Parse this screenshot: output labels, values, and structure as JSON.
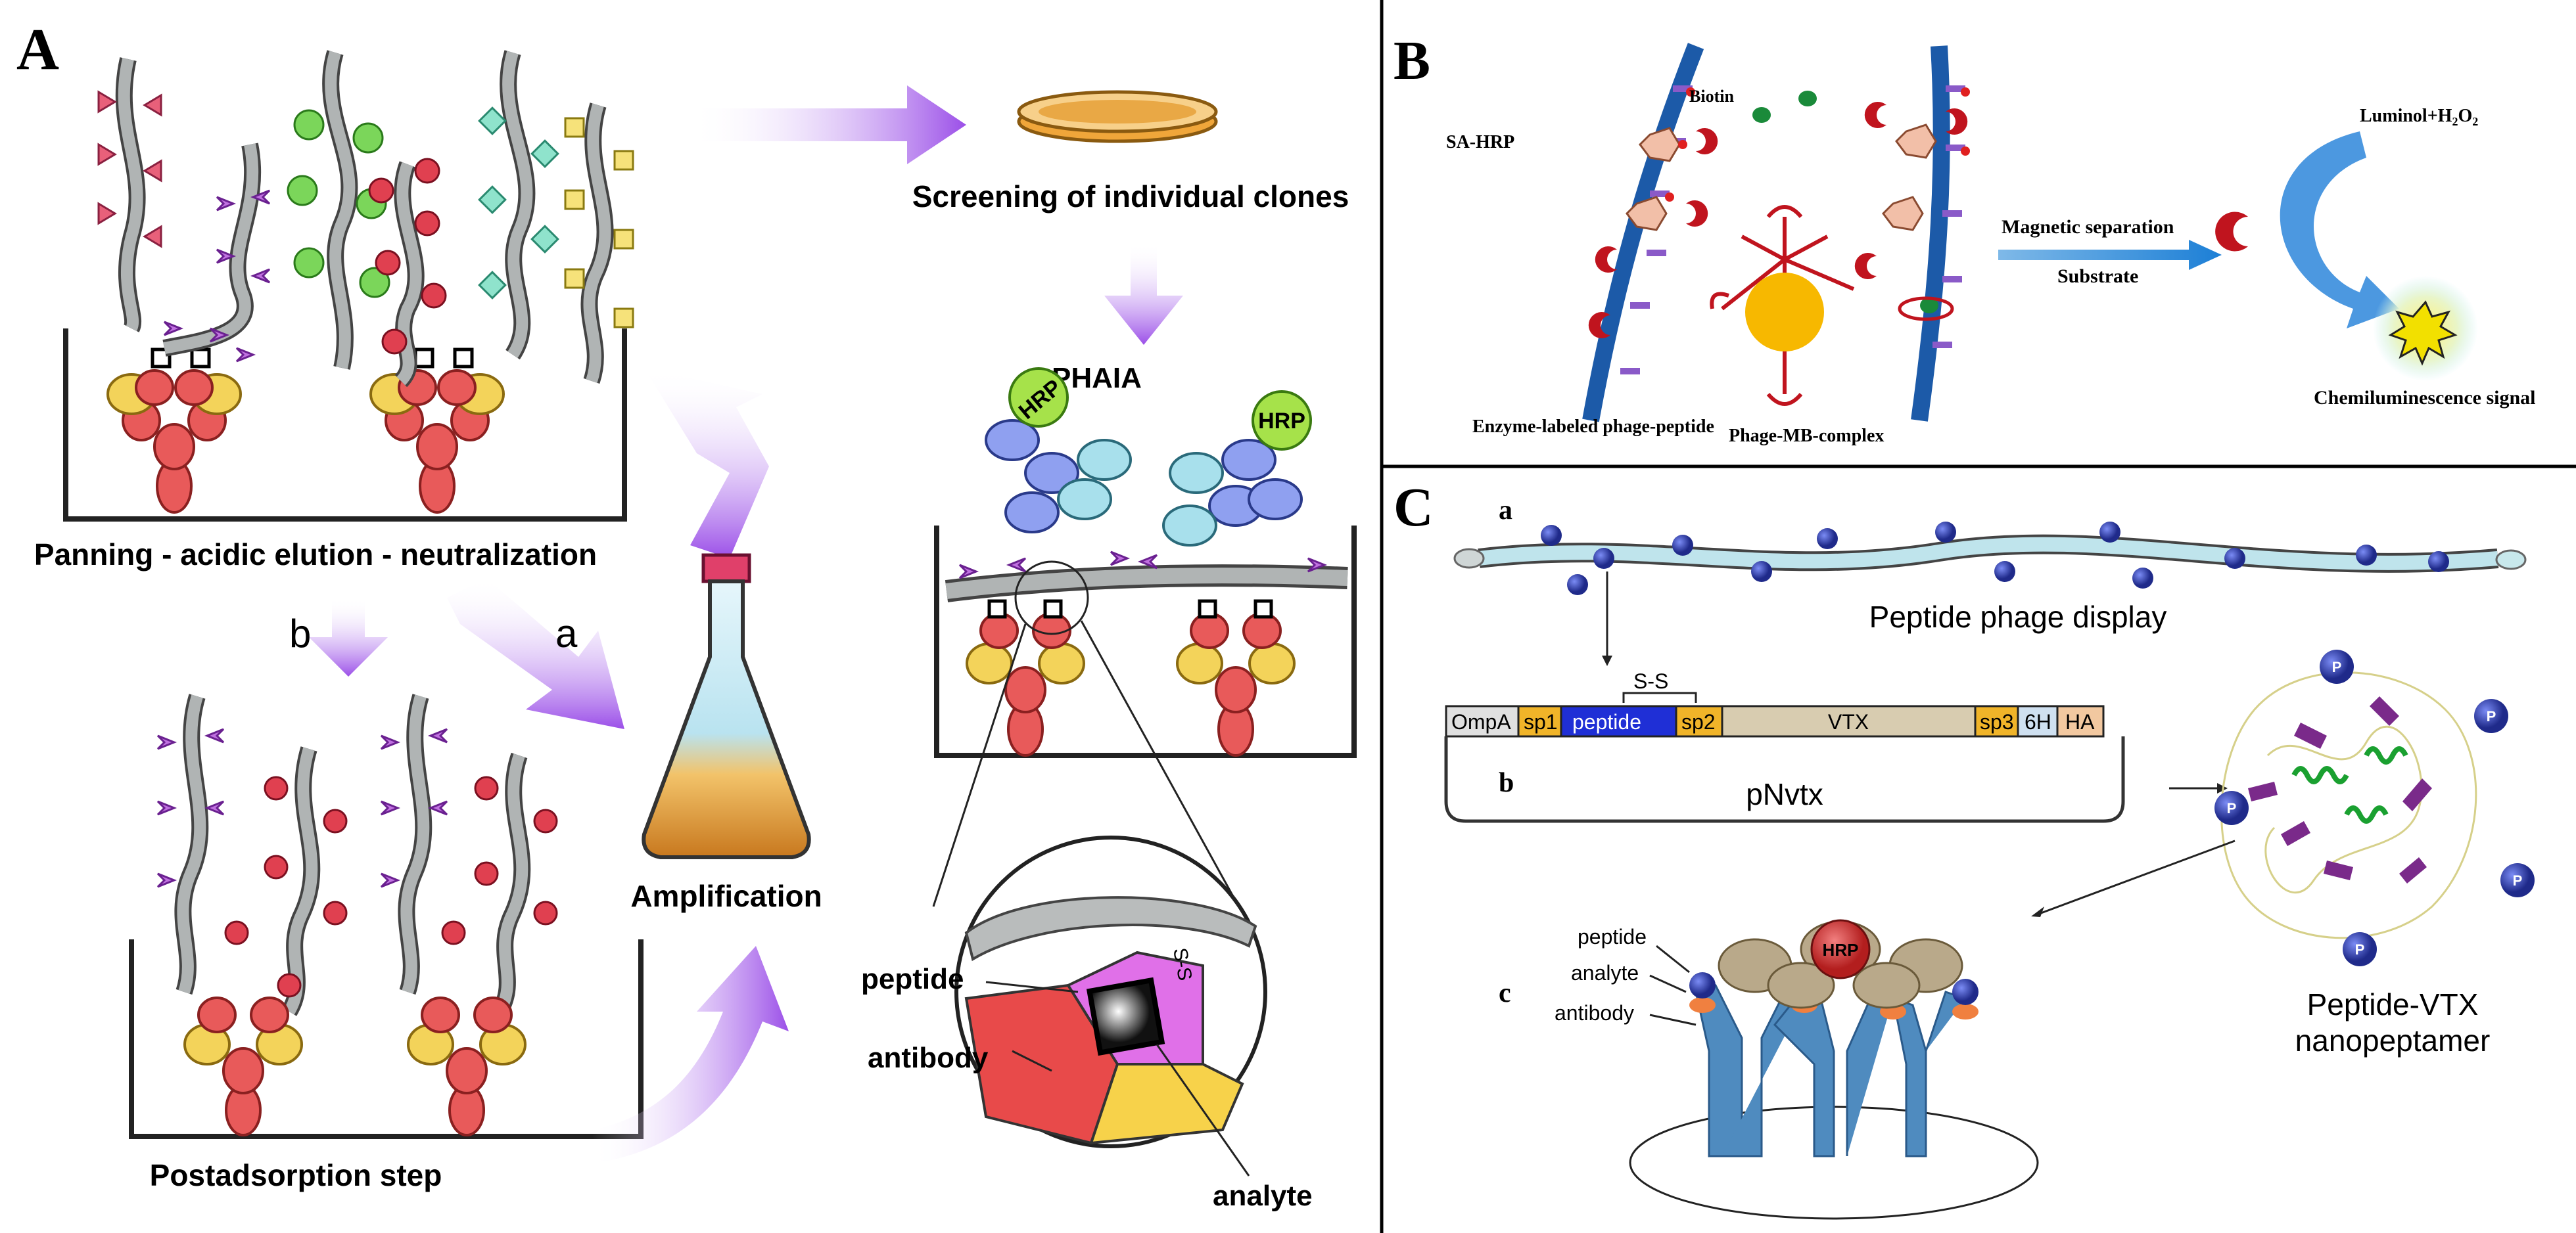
{
  "panels": {
    "a": {
      "letter": "A",
      "screening": "Screening of individual clones",
      "phaia": "PHAIA",
      "panning": "Panning - acidic elution - neutralization",
      "route_b": "b",
      "route_a": "a",
      "amplification": "Amplification",
      "postadsorption": "Postadsorption step",
      "hrp": "HRP",
      "zoom_labels": {
        "peptide": "peptide",
        "antibody": "antibody",
        "analyte": "analyte",
        "ss": "S-S"
      }
    },
    "b": {
      "letter": "B",
      "sa_hrp": "SA-HRP",
      "biotin": "Biotin",
      "magnetic_separation": "Magnetic separation",
      "substrate": "Substrate",
      "luminol": "Luminol+H",
      "luminol_sub2": "2",
      "luminol_o": "O",
      "luminol_sub2b": "2",
      "chemiluminescence": "Chemiluminescence signal",
      "enzyme_labeled": "Enzyme-labeled phage-peptide",
      "phage_mb": "Phage-MB-complex"
    },
    "c": {
      "letter": "C",
      "sub_a": "a",
      "sub_b": "b",
      "sub_c": "c",
      "phage_display": "Peptide phage display",
      "p_label": "P",
      "ss": "S-S",
      "segments": [
        "OmpA",
        "sp1",
        "peptide",
        "sp2",
        "VTX",
        "sp3",
        "6H",
        "HA"
      ],
      "plasmid": "pNvtx",
      "hrp": "HRP",
      "labels": {
        "peptide": "peptide",
        "analyte": "analyte",
        "antibody": "antibody"
      },
      "vtx_title_1": "Peptide-VTX",
      "vtx_title_2": "nanopeptamer"
    }
  },
  "colors": {
    "arrow_purple": "#9b4fe8",
    "phage_grey": "#b0b4b4",
    "antibody_red": "#e85a5a",
    "antibody_yellow": "#f3d35a",
    "phage_blue": "#1c5aa8",
    "plasmid_peptide": "#1f2fd6",
    "plasmid_spacer": "#f0b429",
    "plasmid_vtx": "#d8ccb0",
    "p_ball": "#2a3cb0"
  }
}
